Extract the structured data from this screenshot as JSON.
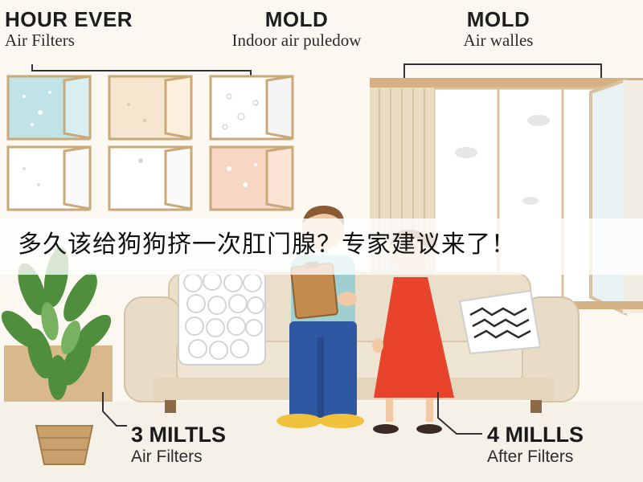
{
  "banner": {
    "headline": "多久该给狗狗挤一次肛门腺？专家建议来了！"
  },
  "headers": {
    "left": {
      "title": "HOUR EVER",
      "subtitle": "Air Filters"
    },
    "middle": {
      "title": "MOLD",
      "subtitle": "Indoor air puledow"
    },
    "right": {
      "title": "MOLD",
      "subtitle": "Air walles"
    }
  },
  "bottom_labels": {
    "left": {
      "title": "3 MILTLS",
      "subtitle": "Air Filters"
    },
    "right": {
      "title": "4 MILLLS",
      "subtitle": "After Filters"
    }
  },
  "colors": {
    "background": "#fbf8f2",
    "window_frame": "#c9a97a",
    "sofa": "#e8dcc6",
    "curtain": "#e9dcc2",
    "man_shirt": "#9fd0cf",
    "man_pants": "#2f58a3",
    "girl_dress": "#e8442b",
    "plant": "#4f8e3d",
    "tile_mold_blue": "#bfe3e6",
    "tile_mold_peach": "#f7d6c3",
    "tile_beige": "#f6e6cf"
  },
  "icons": [
    "window-icon",
    "curtain-icon",
    "sofa-icon",
    "plant-icon",
    "clipboard-icon",
    "pillow-icon"
  ]
}
